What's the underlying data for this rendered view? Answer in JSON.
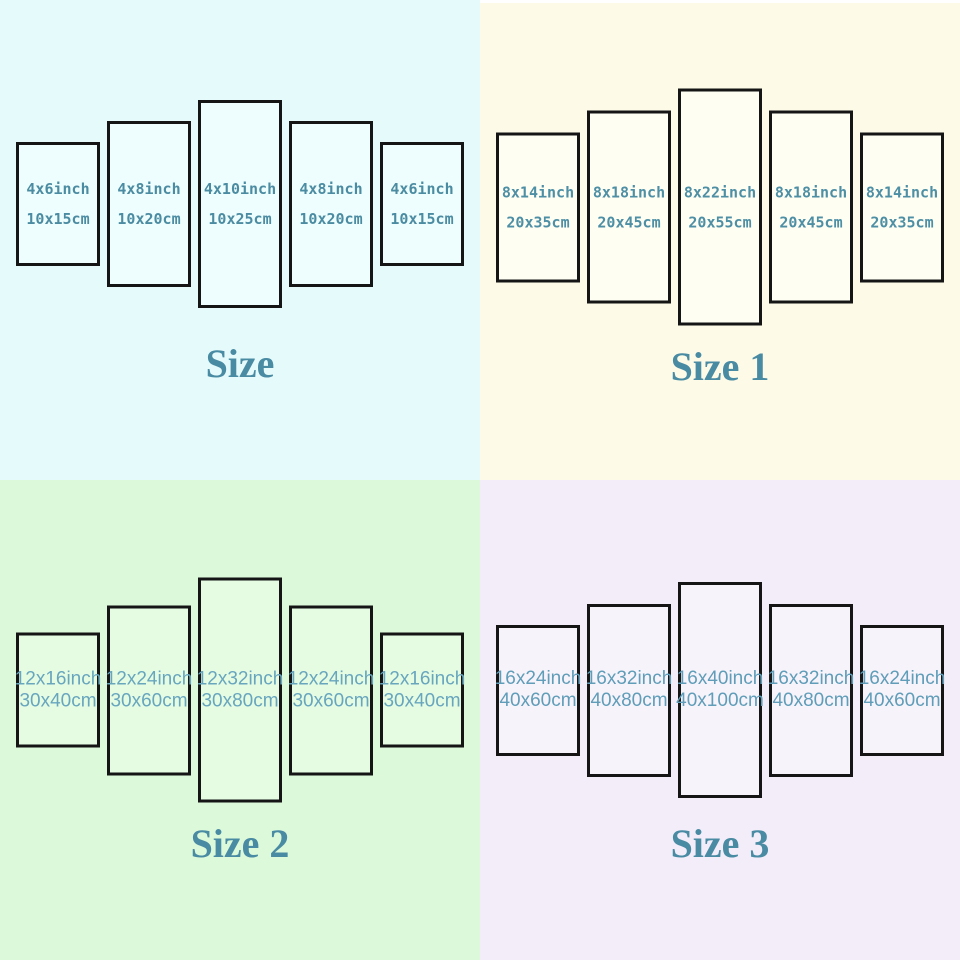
{
  "quadrants": [
    {
      "title": "Size",
      "background": "#e5fbfb",
      "panel_fill": "#eefefe",
      "label_color": "#4b8ca2",
      "title_color": "#4a8ba4",
      "panels": [
        {
          "inch": "4x6inch",
          "cm": "10x15cm"
        },
        {
          "inch": "4x8inch",
          "cm": "10x20cm"
        },
        {
          "inch": "4x10inch",
          "cm": "10x25cm"
        },
        {
          "inch": "4x8inch",
          "cm": "10x20cm"
        },
        {
          "inch": "4x6inch",
          "cm": "10x15cm"
        }
      ]
    },
    {
      "title": "Size 1",
      "background": "#fdfbe7",
      "panel_fill": "#fffef2",
      "label_color": "#4d8fa5",
      "title_color": "#4a8ba4",
      "panels": [
        {
          "inch": "8x14inch",
          "cm": "20x35cm"
        },
        {
          "inch": "8x18inch",
          "cm": "20x45cm"
        },
        {
          "inch": "8x22inch",
          "cm": "20x55cm"
        },
        {
          "inch": "8x18inch",
          "cm": "20x45cm"
        },
        {
          "inch": "8x14inch",
          "cm": "20x35cm"
        }
      ]
    },
    {
      "title": "Size 2",
      "background": "#dcf9da",
      "panel_fill": "#e5fce3",
      "label_color": "#68a6be",
      "title_color": "#4a8ba4",
      "panels": [
        {
          "inch": "12x16inch",
          "cm": "30x40cm"
        },
        {
          "inch": "12x24inch",
          "cm": "30x60cm"
        },
        {
          "inch": "12x32inch",
          "cm": "30x80cm"
        },
        {
          "inch": "12x24inch",
          "cm": "30x60cm"
        },
        {
          "inch": "12x16inch",
          "cm": "30x40cm"
        }
      ]
    },
    {
      "title": "Size 3",
      "background": "#f2edf8",
      "panel_fill": "#f7f3fb",
      "label_color": "#5f9db8",
      "title_color": "#4a8ba4",
      "panels": [
        {
          "inch": "16x24inch",
          "cm": "40x60cm"
        },
        {
          "inch": "16x32inch",
          "cm": "40x80cm"
        },
        {
          "inch": "16x40inch",
          "cm": "40x100cm"
        },
        {
          "inch": "16x32inch",
          "cm": "40x80cm"
        },
        {
          "inch": "16x24inch",
          "cm": "40x60cm"
        }
      ]
    }
  ]
}
